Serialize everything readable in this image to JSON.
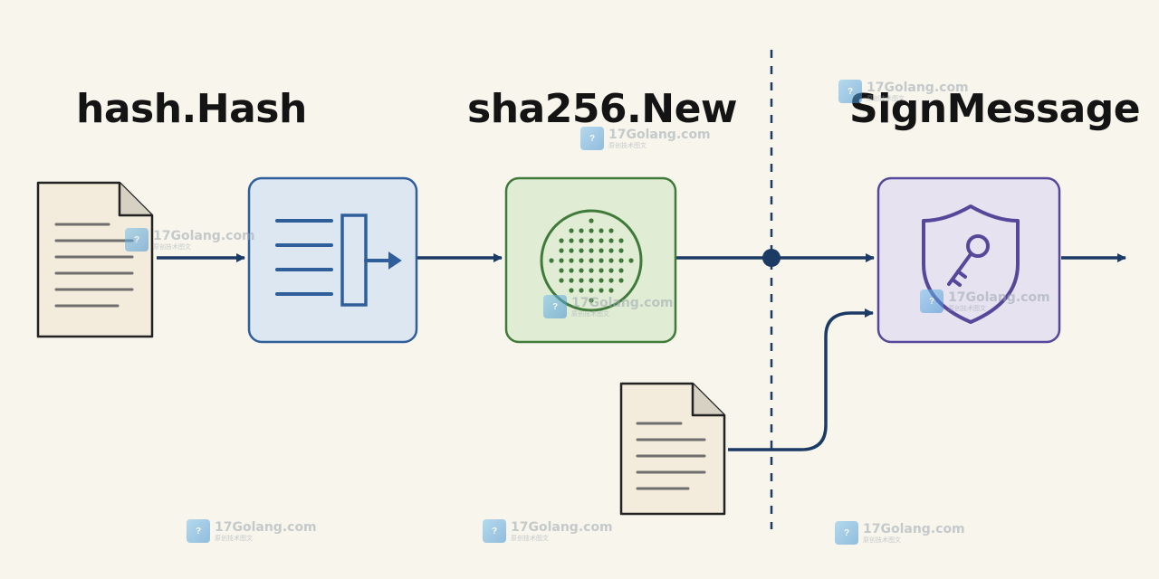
{
  "titles": {
    "hash": "hash.Hash",
    "sha": "sha256.New",
    "sign": "SignMessage"
  },
  "colors": {
    "background": "#f8f5ec",
    "arrow": "#1b3a64",
    "hash_box_fill": "#dde7f2",
    "hash_box_stroke": "#2f5f9a",
    "sha_box_fill": "#e0ecd3",
    "sha_box_stroke": "#3f7a3a",
    "sign_box_fill": "#e6e2ef",
    "sign_box_stroke": "#55479a"
  },
  "icons": {
    "input_document": "document-icon",
    "hash_box": "hash-writer-icon",
    "sha_box": "dotted-circle-icon",
    "sign_box": "shield-key-icon",
    "message_document": "document-icon"
  },
  "watermark": {
    "logo": "?",
    "site": "17Golang.com",
    "subtitle": "原创技术图文"
  }
}
